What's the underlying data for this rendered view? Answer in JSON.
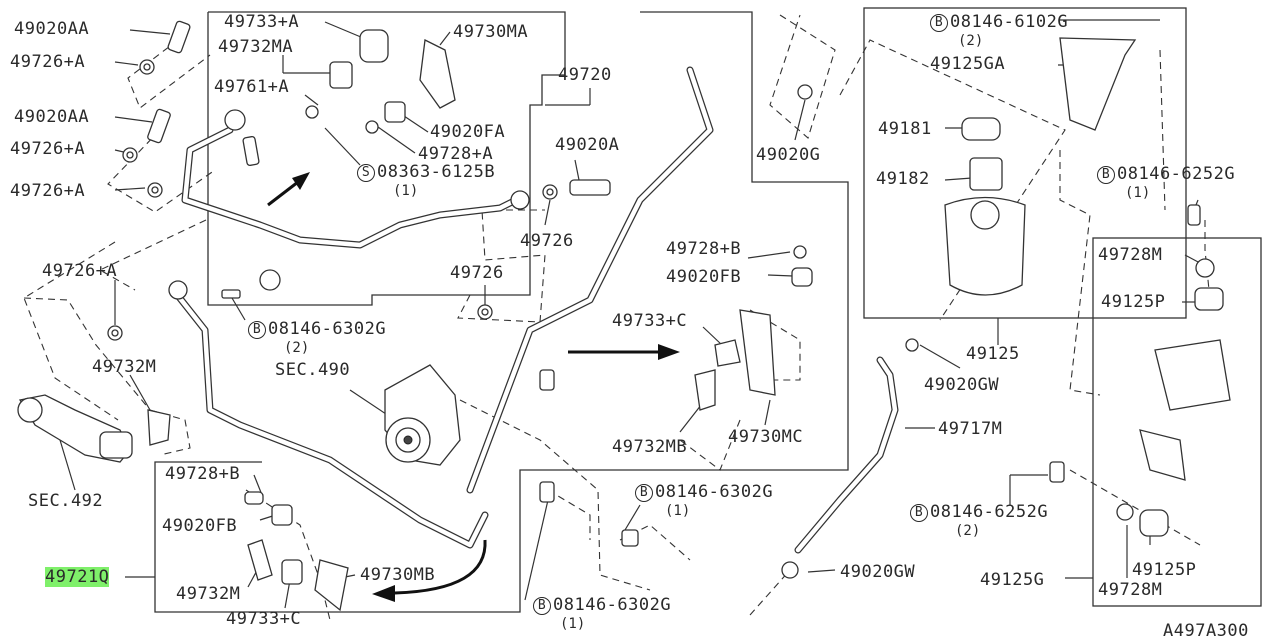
{
  "diagram_code": "A497A300",
  "labels": {
    "p49020AA_1": "49020AA",
    "p49726A_1": "49726+A",
    "p49020AA_2": "49020AA",
    "p49726A_2": "49726+A",
    "p49726A_3": "49726+A",
    "p49726A_4": "49726+A",
    "p49732M_1": "49732M",
    "sec492": "SEC.492",
    "p49721Q": "49721Q",
    "p49733A": "49733+A",
    "p49732MA": "49732MA",
    "p49730MA": "49730MA",
    "p49761A": "49761+A",
    "p49720": "49720",
    "p49020FA": "49020FA",
    "p49728A": "49728+A",
    "p08363": "08363-6125B",
    "p08363_qty": "(1)",
    "p49020A": "49020A",
    "p49726_1": "49726",
    "p49726_2": "49726",
    "p08146_6302G_1": "08146-6302G",
    "p08146_6302G_1_qty": "(2)",
    "sec490": "SEC.490",
    "p49728B_1": "49728+B",
    "p49020FB_1": "49020FB",
    "p49733C_1": "49733+C",
    "p49732MB": "49732MB",
    "p49730MC": "49730MC",
    "p49728B_2": "49728+B",
    "p49020FB_2": "49020FB",
    "p49732M_2": "49732M",
    "p49733C_2": "49733+C",
    "p49730MB": "49730MB",
    "p08146_6302G_2": "08146-6302G",
    "p08146_6302G_2_qty": "(1)",
    "p08146_6302G_3": "08146-6302G",
    "p08146_6302G_3_qty": "(1)",
    "p49020G": "49020G",
    "p08146_6102G": "08146-6102G",
    "p08146_6102G_qty": "(2)",
    "p49125GA": "49125GA",
    "p49181": "49181",
    "p49182": "49182",
    "p49125": "49125",
    "p49020GW_1": "49020GW",
    "p49717M": "49717M",
    "p49020GW_2": "49020GW",
    "p08146_6252G_1": "08146-6252G",
    "p08146_6252G_1_qty": "(1)",
    "p49728M_1": "49728M",
    "p49125P_1": "49125P",
    "p08146_6252G_2": "08146-6252G",
    "p08146_6252G_2_qty": "(2)",
    "p49125P_2": "49125P",
    "p49125G": "49125G",
    "p49728M_2": "49728M"
  },
  "circle_marks": {
    "bolt_b": "B",
    "screw_s": "S"
  },
  "colors": {
    "highlight": "#7ff06a",
    "line": "#333333"
  }
}
